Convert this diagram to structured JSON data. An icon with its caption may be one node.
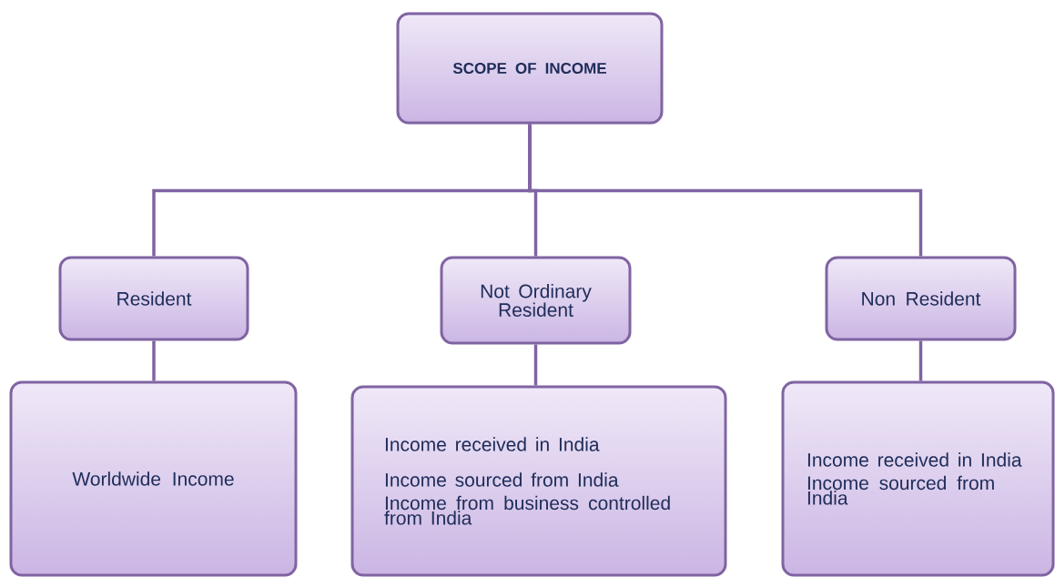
{
  "diagram": {
    "nodes": [
      {
        "text": [
          "SCOPE OF INCOME"
        ]
      },
      {
        "text": [
          "Resident"
        ]
      },
      {
        "text": [
          "Not Ordinary Resident"
        ]
      },
      {
        "text": [
          "Non Resident"
        ]
      },
      {
        "text": [
          "Worldwide Income"
        ]
      },
      {
        "text": [
          "Income received in India",
          "Income sourced from India",
          "Income from business controlled from India"
        ]
      },
      {
        "text": [
          "Income received in India",
          "Income sourced from India"
        ]
      }
    ],
    "edges": [
      {
        "from": 0,
        "to": 1,
        "arrow": "none"
      },
      {
        "from": 0,
        "to": 2,
        "arrow": "none"
      },
      {
        "from": 0,
        "to": 3,
        "arrow": "none"
      },
      {
        "from": 1,
        "to": 4,
        "arrow": "none"
      },
      {
        "from": 2,
        "to": 5,
        "arrow": "none"
      },
      {
        "from": 3,
        "to": 6,
        "arrow": "none"
      }
    ]
  }
}
